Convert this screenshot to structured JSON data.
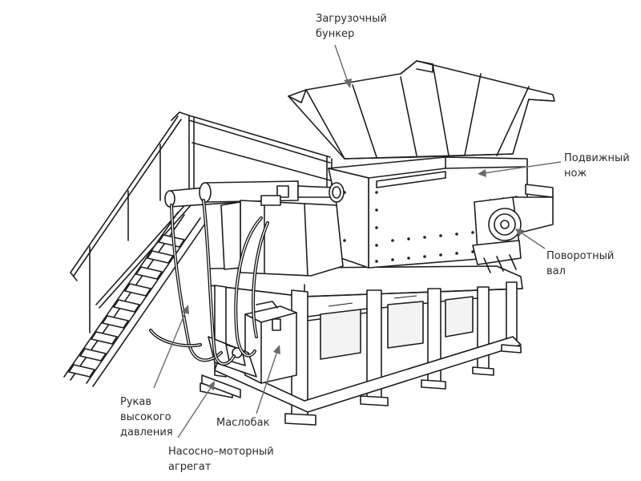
{
  "labels": {
    "hopper": [
      "Загрузочный",
      "бункер"
    ],
    "moving_knife": [
      "Подвижный",
      "нож"
    ],
    "rotary_shaft": [
      "Поворотный",
      "вал"
    ],
    "hose": [
      "Рукав",
      "высокого",
      "давления"
    ],
    "oil_tank": [
      "Маслобак"
    ],
    "pump_unit": [
      "Насосно–моторный",
      "агрегат"
    ]
  },
  "colors": {
    "line": "#1e1e1e",
    "label_text": "#2b2b2b",
    "leader": "#6a6a6a",
    "background": "#ffffff"
  },
  "icons": {
    "machine": "shredder-drawing"
  }
}
